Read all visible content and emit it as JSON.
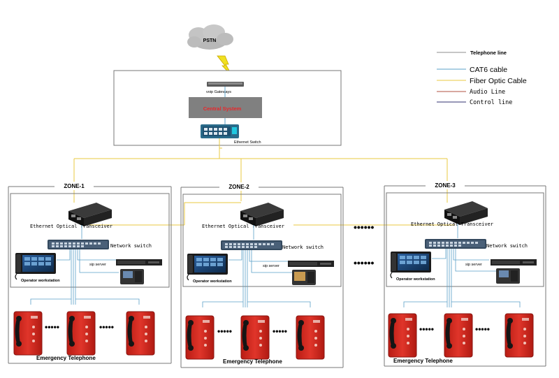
{
  "cloud_label": "PSTN",
  "central": {
    "gateway_label": "voip Gateways",
    "system_label": "Central System",
    "switch_label": "Ethernet Switch"
  },
  "legend": [
    {
      "label": "Telephone line",
      "color": "#8c8c8c"
    },
    {
      "label": "CAT6  cable",
      "color": "#5aa0c8"
    },
    {
      "label": "Fiber Optic Cable",
      "color": "#e8c840"
    },
    {
      "label": "Audio Line",
      "color": "#b05040"
    },
    {
      "label": "Control  line",
      "color": "#303070"
    }
  ],
  "zones": [
    {
      "title": "ZONE-1"
    },
    {
      "title": "ZONE-2"
    },
    {
      "title": "ZONE-3"
    }
  ],
  "zone_labels": {
    "transceiver": "Ethernet Optical Transceiver",
    "network_switch": "Network switch",
    "sip_server": "sip server",
    "operator": "Operator workstation",
    "emergency": "Emergency Telephone"
  },
  "colors": {
    "central_band": "#808080",
    "central_text": "#e8262a",
    "phone_red": "#d42a1e",
    "zone_border": "#777777"
  }
}
